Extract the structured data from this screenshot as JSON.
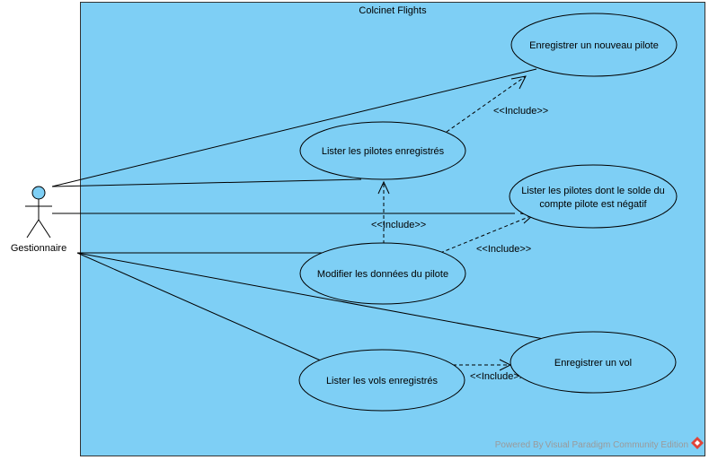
{
  "system": {
    "title": "Colcinet Flights"
  },
  "actor": {
    "name": "Gestionnaire"
  },
  "use_cases": {
    "enregistrer_pilote": "Enregistrer un nouveau pilote",
    "lister_pilotes": "Lister les pilotes enregistrés",
    "solde_negatif_line1": "Lister les pilotes dont le solde du",
    "solde_negatif_line2": "compte pilote est négatif",
    "modifier_pilote": "Modifier les données du pilote",
    "enregistrer_vol": "Enregistrer un vol",
    "lister_vols": "Lister les vols enregistrés"
  },
  "include_label": "<<Include>>",
  "watermark": "Powered By Visual Paradigm Community Edition",
  "colors": {
    "boundary_fill": "#7ecff5",
    "usecase_fill": "#7ecff5",
    "actor_head": "#7ecff5",
    "logo": "#e0453a"
  }
}
